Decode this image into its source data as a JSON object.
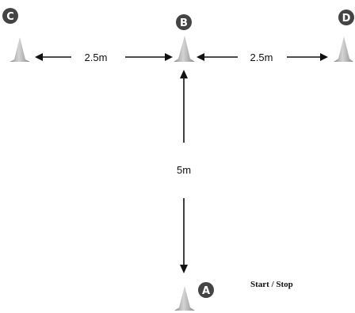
{
  "cones": {
    "a": {
      "label": "A"
    },
    "b": {
      "label": "B"
    },
    "c": {
      "label": "C"
    },
    "d": {
      "label": "D"
    }
  },
  "distances": {
    "c_to_b": "2.5m",
    "b_to_d": "2.5m",
    "a_to_b": "5m"
  },
  "caption": "Start / Stop",
  "colors": {
    "badge": "#444444",
    "cone": "#a9a9a9",
    "arrow": "#111111"
  }
}
